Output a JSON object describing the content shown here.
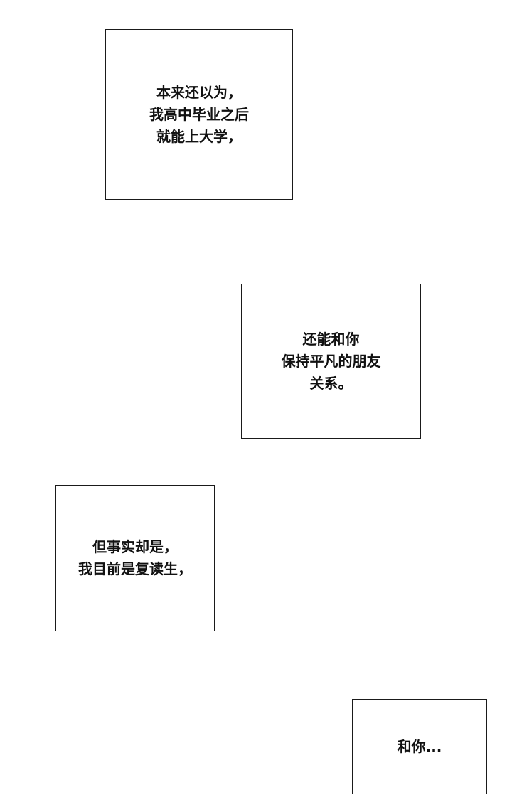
{
  "panels": [
    {
      "lines": [
        "本来还以为，",
        "我高中毕业之后",
        "就能上大学，"
      ]
    },
    {
      "lines": [
        "还能和你",
        "保持平凡的朋友",
        "关系。"
      ]
    },
    {
      "lines": [
        "但事实却是，",
        "我目前是复读生，"
      ]
    },
    {
      "lines": [
        "和你..."
      ]
    }
  ],
  "colors": {
    "background": "#ffffff",
    "border": "#1a1a1a",
    "text": "#111111"
  }
}
